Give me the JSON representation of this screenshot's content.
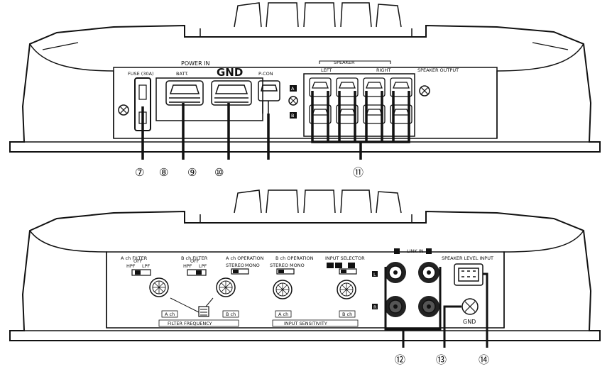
{
  "top_panel": {
    "fuse_label": "FUSE (30A)",
    "power_in_label": "POWER IN",
    "batt_label": "BATT.",
    "gnd_label": "GND",
    "rcon_label": "P-CON",
    "speaker_label": "SPEAKER",
    "left_label": "LEFT",
    "right_label": "RIGHT",
    "speaker_output_label": "SPEAKER OUTPUT",
    "ch_a": "A",
    "ch_b": "B",
    "callouts": [
      "⑦",
      "⑧",
      "⑨",
      "⑩",
      "⑪"
    ]
  },
  "bottom_panel": {
    "a_filter": "A ch FILTER",
    "b_filter": "B ch FILTER",
    "a_operation": "A ch OPERATION",
    "b_operation": "B ch OPERATION",
    "input_selector": "INPUT SELECTOR",
    "link_in": "LINK IN",
    "speaker_level_input": "SPEAKER LEVEL INPUT",
    "hpf": "HPF",
    "lpf": "LPF",
    "off": "OFF",
    "stereo": "STEREO",
    "mono": "MONO",
    "filter_frequency": "FILTER FREQUENCY",
    "input_sensitivity": "INPUT SENSITIVITY",
    "a_ch": "A ch",
    "b_ch": "B ch",
    "gnd_small": "GND",
    "side_l": "L",
    "side_r": "R",
    "ch_a": "A",
    "ch_b": "B",
    "callouts": [
      "⑫",
      "⑬",
      "⑭"
    ]
  }
}
